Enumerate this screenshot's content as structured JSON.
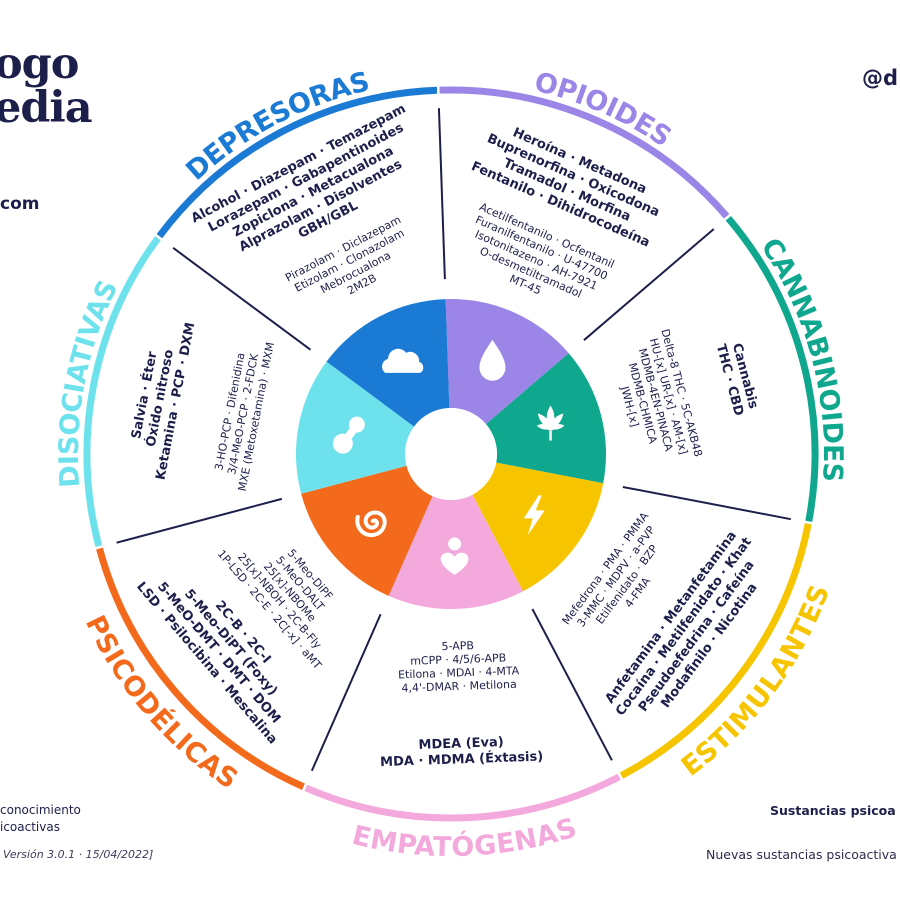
{
  "header": {
    "logo_line1": "ogo",
    "logo_line2": "edia",
    "website": "com",
    "social_handle": "@d"
  },
  "footer": {
    "mission_line1": "conocimiento",
    "mission_line2": "icoactivas",
    "version": "Versión 3.0.1 · 15/04/2022]",
    "sustancias": "Sustancias psicoa",
    "nuevas": "Nuevas sustancias psicoactiva"
  },
  "categories": [
    {
      "id": "opioides",
      "name": "OPIOIDES",
      "color": "#9b86e8",
      "icon": "drop-icon",
      "main": [
        "Heroína · Metadona",
        "Buprenorfina · Oxicodona",
        "Tramadol · Morfina",
        "Fentanilo · Dihidrocodeína"
      ],
      "nps": [
        "Acetilfentanilo · Ocfentanil",
        "Furanilfentanilo · U-47700",
        "Isotonitazeno · AH-7921",
        "O-desmetiltramadol",
        "MT-45"
      ]
    },
    {
      "id": "cannabinoides",
      "name": "CANNABINOIDES",
      "color": "#0fa88f",
      "icon": "cannabis-leaf-icon",
      "main": [
        "Cannabis",
        "THC · CBD"
      ],
      "nps": [
        "Delta-8 THC · 5C-AKB48",
        "HU-[x] UR-[x] · AM-[x]",
        "MDMB-4EN-PINACA",
        "MDMB-CHMICA",
        "JWH-[x]"
      ]
    },
    {
      "id": "estimulantes",
      "name": "ESTIMULANTES",
      "color": "#f7c500",
      "icon": "lightning-icon",
      "main": [
        "Anfetamina · Metanfetamina",
        "Cocaína · Metilfenidato · Khat",
        "Pseudoefedrina · Cafeína",
        "Modafinilo · Nicotina"
      ],
      "nps": [
        "Mefedrona · PMA · PMMA",
        "3-MMC · MDPV · a-PVP",
        "Etilfenidato · BZP",
        "4-FMA"
      ]
    },
    {
      "id": "empatogenas",
      "name": "EMPATÓGENAS",
      "color": "#f4a9dd",
      "icon": "person-heart-icon",
      "main": [
        "MDEA (Eva)",
        "MDA · MDMA (Éxtasis)"
      ],
      "nps": [
        "5-APB",
        "mCPP · 4/5/6-APB",
        "Etilona · MDAI · 4-MTA",
        "4,4'-DMAR · Metilona"
      ]
    },
    {
      "id": "psicodelicas",
      "name": "PSICODÉLICAS",
      "color": "#f46a1c",
      "icon": "spiral-icon",
      "main": [
        "2C-B · 2C-I",
        "5-Meo-DiPT (Foxy)",
        "5-MeO-DMT · DMT · DOM",
        "LSD · Psilocibina · Mescalina"
      ],
      "nps": [
        "5-Meo-DiPF",
        "5-MeO-DALT",
        "25[x]-NBOMe",
        "25[x]-NBOH · 2C-B-Fly",
        "1P-LSD · 2C-E · 2C[-x] · aMT"
      ]
    },
    {
      "id": "disociativas",
      "name": "DISOCIATIVAS",
      "color": "#6ee2ec",
      "icon": "ketamine-molecule-icon",
      "main": [
        "Salvia · Éter",
        "Óxido nitroso",
        "Ketamina · PCP · DXM"
      ],
      "nps": [
        "3-HO-PCP · Difenidina",
        "3/4-MeO-PCP · 2-FDCK",
        "MXE (Metoxetamina) · MXM"
      ]
    },
    {
      "id": "depresoras",
      "name": "DEPRESORAS",
      "color": "#1b7bd4",
      "icon": "cloud-icon",
      "main": [
        "Alcohol · Diazepam · Temazepam",
        "Lorazepam · Gabapentinoides",
        "Zopiclona · Metacualona",
        "Alprazolam · Disolventes",
        "GBH/GBL"
      ],
      "nps": [
        "Pirazolam · Diclazepam",
        "Etizolam · Clonazolam",
        "Mebrocualona",
        "2M2B"
      ]
    }
  ]
}
